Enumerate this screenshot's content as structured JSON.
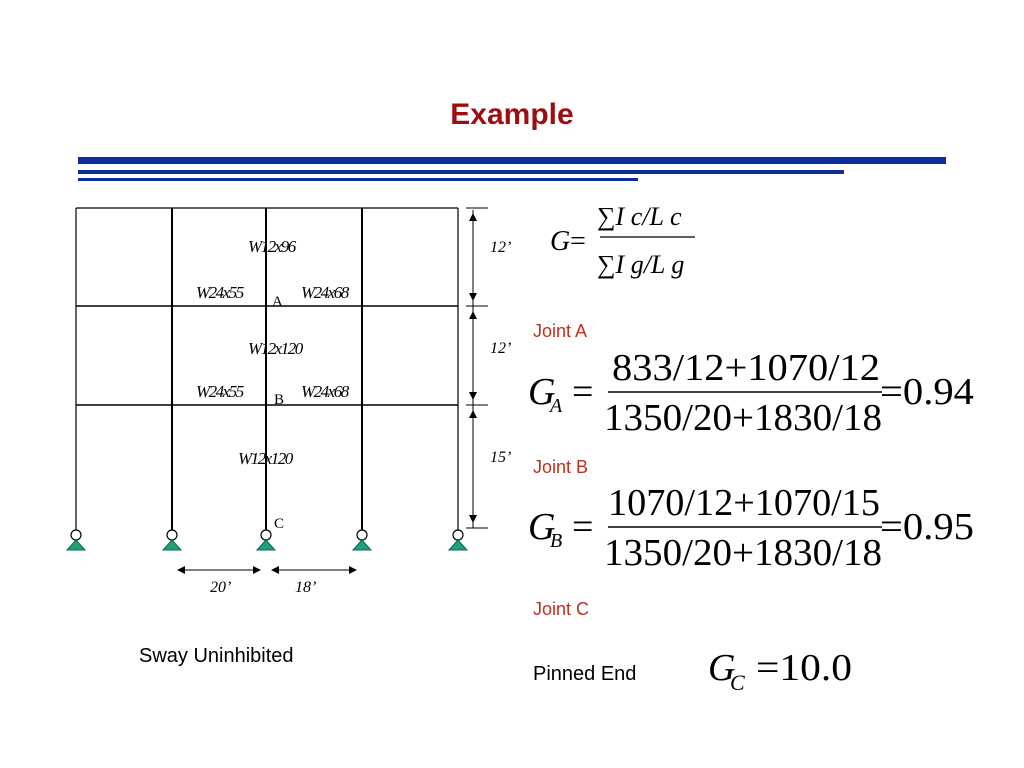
{
  "slide": {
    "title": "Example",
    "caption": "Sway Uninhibited",
    "pinned_end_label": "Pinned End"
  },
  "frame": {
    "members": {
      "col_top": "W12x96",
      "col_mid": "W12x120",
      "col_bot": "W12x120",
      "beam_left_1": "W24x55",
      "beam_right_1": "W24x68",
      "beam_left_2": "W24x55",
      "beam_right_2": "W24x68"
    },
    "joints": {
      "a": "A",
      "b": "B",
      "c": "C"
    },
    "heights": {
      "h1": "12’",
      "h2": "12’",
      "h3": "15’"
    },
    "spans": {
      "s1": "20’",
      "s2": "18’"
    },
    "support_color": "#1aa07a"
  },
  "equations": {
    "general": {
      "lhs": "G=",
      "num": "∑I c/L c",
      "den": "∑I g/L g"
    },
    "joint_a": {
      "heading": "Joint A",
      "lhs_sym": "G",
      "lhs_sub": "A",
      "eq": "=",
      "num": "833/12+1070/12",
      "den": "1350/20+1830/18",
      "result": "=0.94"
    },
    "joint_b": {
      "heading": "Joint B",
      "lhs_sym": "G",
      "lhs_sub": "B",
      "eq": "=",
      "num": "1070/12+1070/15",
      "den": "1350/20+1830/18",
      "result": "=0.95"
    },
    "joint_c": {
      "heading": "Joint C",
      "lhs_sym": "G",
      "lhs_sub": "C",
      "result": "=10.0"
    }
  }
}
